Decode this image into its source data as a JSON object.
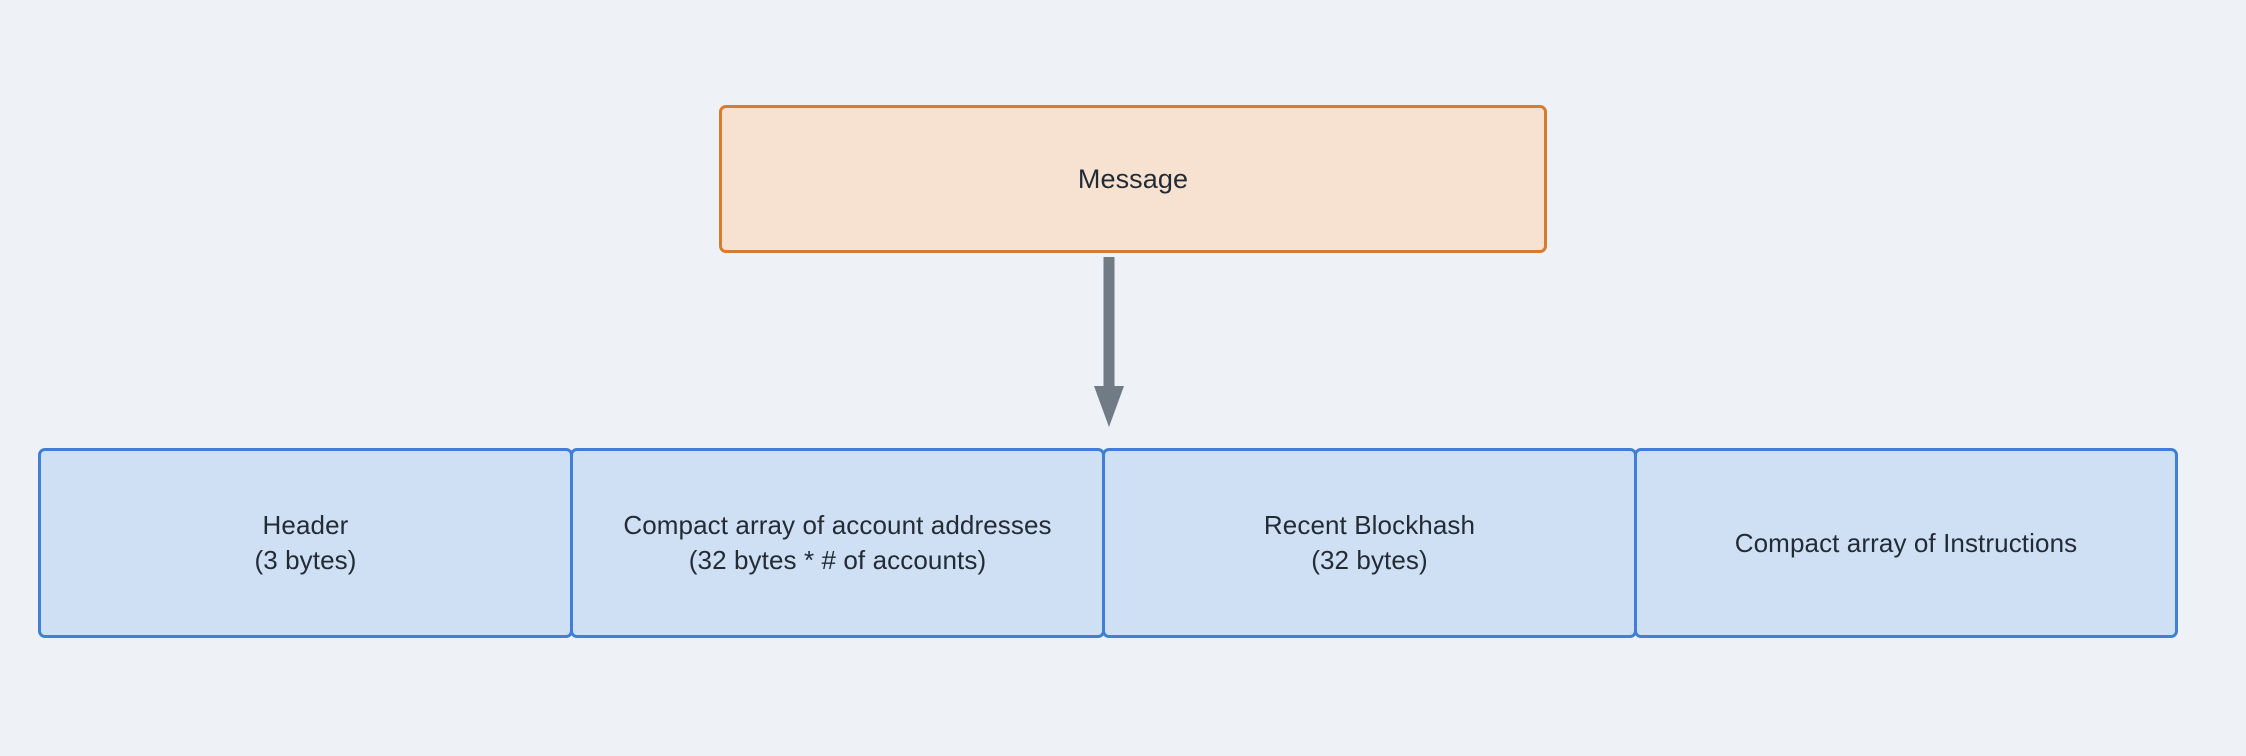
{
  "diagram": {
    "title_node": {
      "label": "Message",
      "fill_color": "#f7e2d2",
      "border_color": "#d97b2e"
    },
    "connector": {
      "icon": "down-arrow-icon",
      "color": "#707b85",
      "direction": "down"
    },
    "fields": [
      {
        "label": "Header\n(3 bytes)",
        "name": "Header",
        "size": "3 bytes"
      },
      {
        "label": "Compact array of account addresses\n(32 bytes * # of accounts)",
        "name": "Compact array of account addresses",
        "size": "32 bytes * # of accounts"
      },
      {
        "label": "Recent Blockhash\n(32 bytes)",
        "name": "Recent Blockhash",
        "size": "32 bytes"
      },
      {
        "label": "Compact array of Instructions",
        "name": "Compact array of Instructions",
        "size": ""
      }
    ],
    "field_style": {
      "fill_color": "#cfe0f5",
      "border_color": "#3f7fd4"
    },
    "background_color": "#eef1f5"
  }
}
